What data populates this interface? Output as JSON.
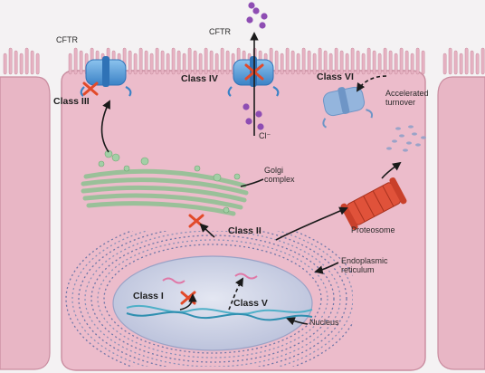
{
  "colors": {
    "cell": "#ecbccb",
    "cell_edge": "#d495a8",
    "cftr": "#5aa0dc",
    "cftr_dark": "#2f72b6",
    "cross": "#e24a2a",
    "golgi": "#8cc190",
    "er": "#7f86b0",
    "nucleus": "#cdd3e6",
    "proteosome": "#e0523a",
    "chloride": "#8e4db3"
  },
  "labels": {
    "cftr_left": "CFTR",
    "cftr_mid": "CFTR",
    "class_iii": "Class III",
    "class_iv": "Class IV",
    "class_vi": "Class VI",
    "accelerated_turnover": "Accelerated turnover",
    "chloride": "Cl⁻",
    "golgi_complex": "Golgi complex",
    "class_ii": "Class II",
    "proteosome": "Proteosome",
    "endoplasmic_reticulum": "Endoplasmic reticulum",
    "class_i": "Class I",
    "class_v": "Class V",
    "nucleus": "Nucleus"
  },
  "icons": {
    "channel": "cftr-channel-icon",
    "cross": "x-mark-icon",
    "proteosome": "proteosome-icon",
    "ion": "chloride-ion-icon"
  }
}
